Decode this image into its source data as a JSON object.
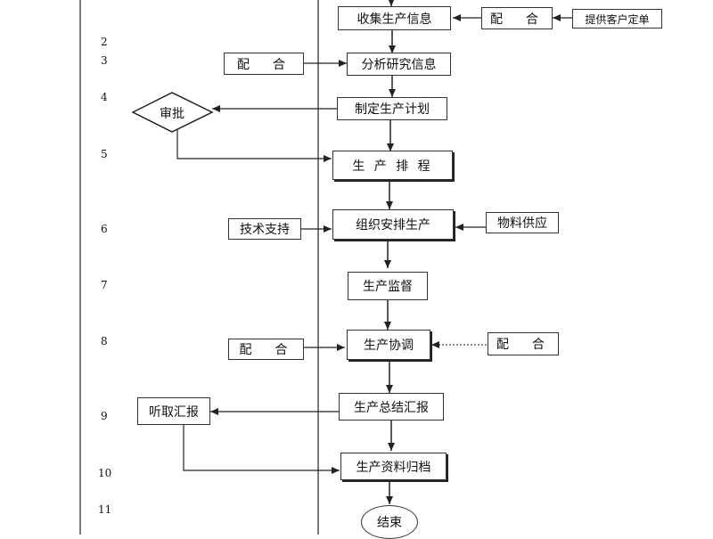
{
  "steps": [
    "2",
    "3",
    "4",
    "5",
    "6",
    "7",
    "8",
    "9",
    "10",
    "11"
  ],
  "nodes": {
    "collect": "收集生产信息",
    "cooperate_top": "配　合",
    "provide_order": "提供客户定单",
    "cooperate_analyze": "配　合",
    "analyze": "分析研究信息",
    "plan": "制定生产计划",
    "approve": "审批",
    "schedule": "生 产 排 程",
    "tech_support": "技术支持",
    "organize": "组织安排生产",
    "material_supply": "物料供应",
    "supervise": "生产监督",
    "cooperate_left8": "配　合",
    "coordinate": "生产协调",
    "cooperate_right8": "配　合",
    "listen_report": "听取汇报",
    "summary_report": "生产总结汇报",
    "archive": "生产资料归档",
    "end": "结束"
  }
}
